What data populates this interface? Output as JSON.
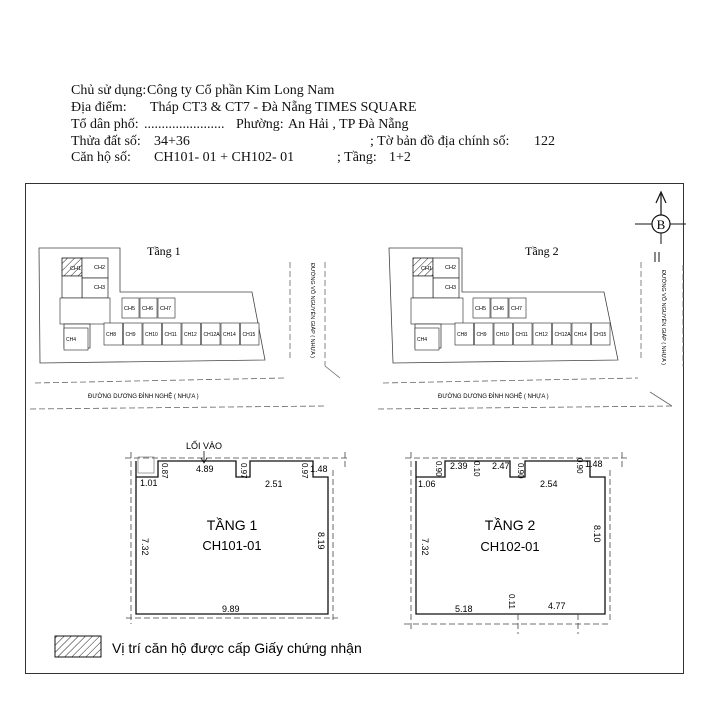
{
  "header": {
    "owner_label": "Chủ sử dụng:",
    "owner_value": "Công ty Cổ phần Kim Long Nam",
    "location_label": "Địa điểm:",
    "location_value": "Tháp CT3 & CT7  - Đà Nẵng TIMES SQUARE",
    "group_label": "Tổ dân phố:",
    "group_value": ".......................",
    "ward_label": "Phường:",
    "ward_value": "An Hải ,  TP Đà Nẵng",
    "parcel_label": "Thửa đất số:",
    "parcel_value": "34+36",
    "map_sheet_label": "; Tờ bản đồ địa chính số:",
    "map_sheet_value": "122",
    "apartment_label": "Căn hộ số:",
    "apartment_value": "CH101- 01 + CH102- 01",
    "floor_label": ";  Tầng:",
    "floor_value": "1+2"
  },
  "north_arrow": {
    "letter": "B"
  },
  "site_plans": [
    {
      "title": "Tầng 1",
      "street_vertical": "ĐƯỜNG VÕ NGUYÊN GIÁP ( NHỰA )",
      "street_horizontal": "ĐƯỜNG DƯƠNG ĐÌNH NGHỆ ( NHỰA )",
      "units_top": [
        "CH1",
        "CH2",
        "CH3"
      ],
      "units_mid": [
        "CH5",
        "CH6",
        "CH7"
      ],
      "units_bottom": [
        "CH4",
        "CH8",
        "CH9",
        "CH10",
        "CH11",
        "CH12",
        "CH12A",
        "CH14",
        "CH15"
      ]
    },
    {
      "title": "Tầng 2",
      "street_vertical": "ĐƯỜNG VÕ NGUYÊN GIÁP ( NHỰA )",
      "street_horizontal": "ĐƯỜNG DƯƠNG ĐÌNH NGHỆ ( NHỰA )",
      "units_top": [
        "CH1",
        "CH2",
        "CH3"
      ],
      "units_mid": [
        "CH5",
        "CH6",
        "CH7"
      ],
      "units_bottom": [
        "CH4",
        "CH8",
        "CH9",
        "CH10",
        "CH11",
        "CH12",
        "CH12A",
        "CH14",
        "CH15"
      ]
    }
  ],
  "floor_plans": [
    {
      "title": "TẦNG 1",
      "unit": "CH101-01",
      "entrance": "LỐI VÀO",
      "dims": {
        "top_left_a": "0.87",
        "top_main": "4.89",
        "top_mid": "0.97",
        "top_right_a": "0.97",
        "top_right_b": "1.48",
        "left_step": "1.01",
        "right_step": "2.51",
        "left_side": "7.32",
        "right_side": "8.19",
        "bottom": "9.89"
      }
    },
    {
      "title": "TẦNG 2",
      "unit": "CH102-01",
      "dims": {
        "top_left_a": "0.90",
        "top_a": "2.39",
        "top_b": "0.10",
        "top_c": "2.47",
        "top_d": "0.90",
        "top_right_a": "0.90",
        "top_right_b": "1.48",
        "left_step": "1.06",
        "right_step": "2.54",
        "left_side": "7.32",
        "right_side": "8.10",
        "bottom_left": "5.18",
        "bottom_mid": "0.11",
        "bottom_right": "4.77"
      }
    }
  ],
  "legend": {
    "text": "Vị trí căn hộ được cấp Giấy chứng nhận"
  }
}
